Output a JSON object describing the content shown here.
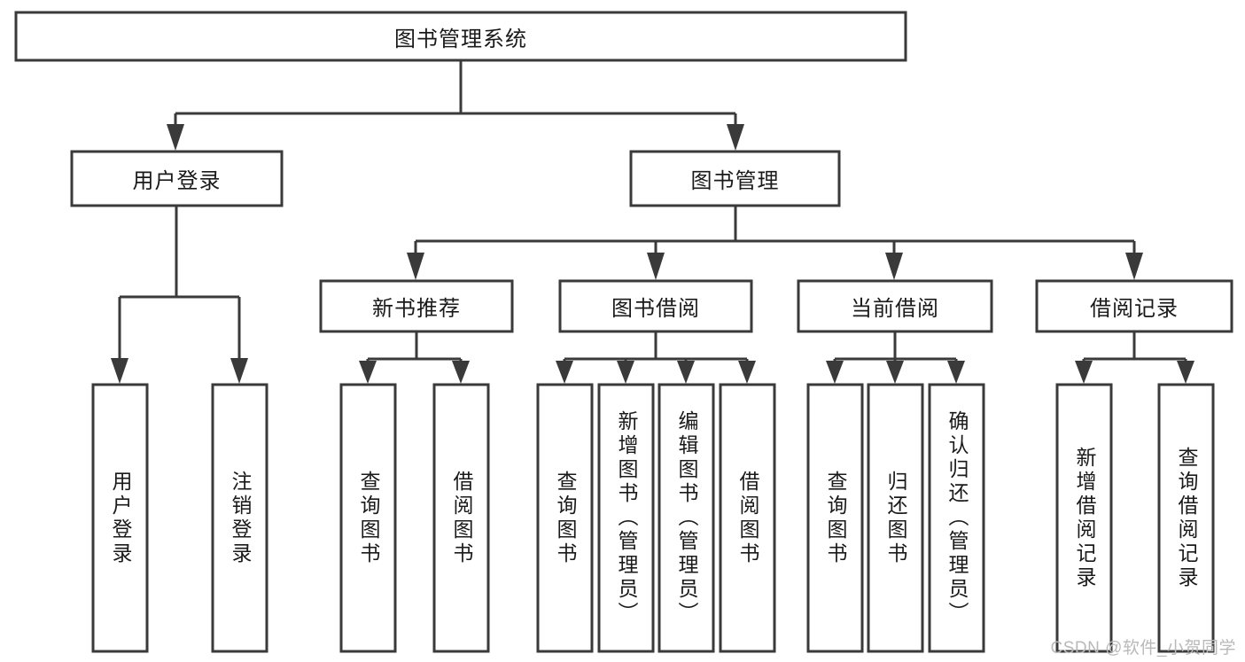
{
  "diagram": {
    "title": "图书管理系统",
    "type": "hierarchical-tree",
    "watermark": "CSDN @软件_小贺同学",
    "colors": {
      "stroke": "#3a3a3a",
      "box_fill": "#ffffff",
      "text": "#1a1a1a",
      "background": "#ffffff",
      "watermark": "#b9b9b9"
    },
    "root": {
      "label": "图书管理系统"
    },
    "level2": [
      {
        "label": "用户登录"
      },
      {
        "label": "图书管理"
      }
    ],
    "level3": [
      {
        "label": "新书推荐"
      },
      {
        "label": "图书借阅"
      },
      {
        "label": "当前借阅"
      },
      {
        "label": "借阅记录"
      }
    ],
    "leaves": {
      "user_login": [
        {
          "label": "用户登录"
        },
        {
          "label": "注销登录"
        }
      ],
      "new_book_recommend": [
        {
          "label": "查询图书"
        },
        {
          "label": "借阅图书"
        }
      ],
      "book_borrow": [
        {
          "label": "查询图书"
        },
        {
          "label": "新增图书（管理员）"
        },
        {
          "label": "编辑图书（管理员）"
        },
        {
          "label": "借阅图书"
        }
      ],
      "current_borrow": [
        {
          "label": "查询图书"
        },
        {
          "label": "归还图书"
        },
        {
          "label": "确认归还（管理员）"
        }
      ],
      "borrow_records": [
        {
          "label": "新增借阅记录"
        },
        {
          "label": "查询借阅记录"
        }
      ]
    }
  }
}
